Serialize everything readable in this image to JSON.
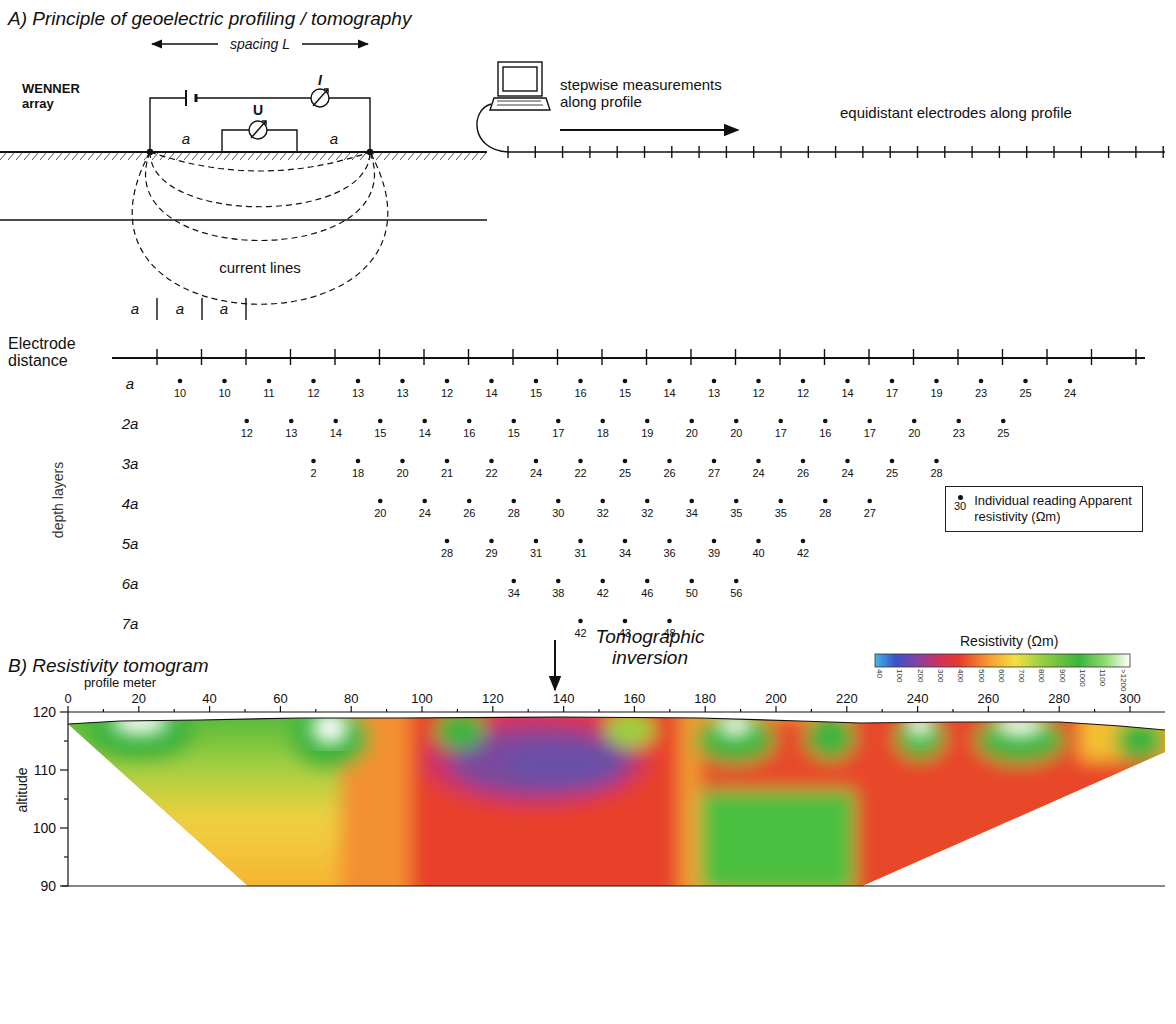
{
  "diagram": {
    "nodes": [
      {
        "text": [
          "30",
          "Individual reading Apparent resistivity (Ωm)"
        ]
      }
    ],
    "labels": [
      "A) Principle of geoelectric profiling / tomography",
      "spacing L",
      "WENNER array",
      "I",
      "U",
      "a",
      "a",
      "current lines",
      "stepwise measurements along profile",
      "equidistant electrodes along profile",
      "a",
      "a",
      "a",
      "Electrode distance",
      "a",
      "2a",
      "3a",
      "4a",
      "5a",
      "6a",
      "7a",
      "depth layers",
      "10",
      "10",
      "11",
      "12",
      "13",
      "13",
      "12",
      "14",
      "15",
      "16",
      "15",
      "14",
      "13",
      "12",
      "12",
      "14",
      "17",
      "19",
      "23",
      "25",
      "24",
      "12",
      "13",
      "14",
      "15",
      "14",
      "16",
      "15",
      "17",
      "18",
      "19",
      "20",
      "20",
      "17",
      "16",
      "17",
      "20",
      "23",
      "25",
      "2",
      "18",
      "20",
      "21",
      "22",
      "24",
      "22",
      "25",
      "26",
      "27",
      "24",
      "26",
      "24",
      "25",
      "28",
      "20",
      "24",
      "26",
      "28",
      "30",
      "32",
      "32",
      "34",
      "35",
      "35",
      "28",
      "27",
      "28",
      "29",
      "31",
      "31",
      "34",
      "36",
      "39",
      "40",
      "42",
      "34",
      "38",
      "42",
      "46",
      "50",
      "56",
      "42",
      "43",
      "48",
      "Tomographic inversion",
      "B) Resistivity tomogram",
      "Resistivity (Ωm)",
      "40",
      "100",
      "200",
      "300",
      "400",
      "500",
      "600",
      "700",
      "800",
      "900",
      "1000",
      "1100",
      ">1200",
      "profile meter",
      "0",
      "20",
      "40",
      "60",
      "80",
      "100",
      "120",
      "140",
      "160",
      "180",
      "200",
      "220",
      "240",
      "260",
      "280",
      "300",
      "altitude",
      "120",
      "110",
      "100",
      "90"
    ]
  }
}
